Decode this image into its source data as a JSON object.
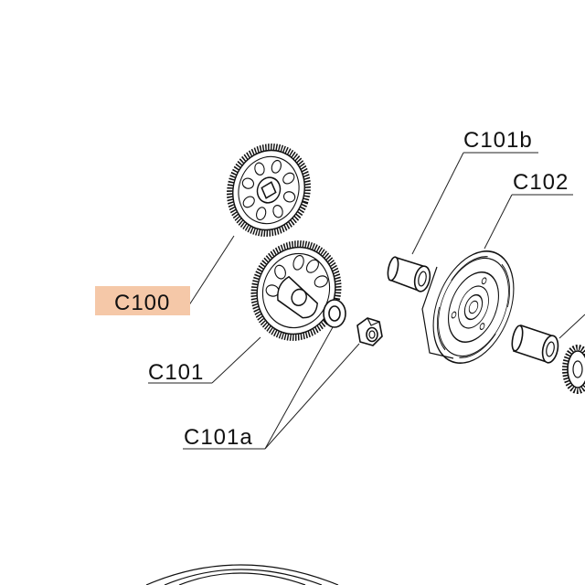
{
  "diagram": {
    "highlight_color": "#f5c8a8",
    "line_color": "#111111",
    "background_color": "#ffffff",
    "labels": {
      "c100": "C100",
      "c101": "C101",
      "c101a": "C101a",
      "c101b": "C101b",
      "c102": "C102"
    },
    "highlighted_label": "C100"
  }
}
